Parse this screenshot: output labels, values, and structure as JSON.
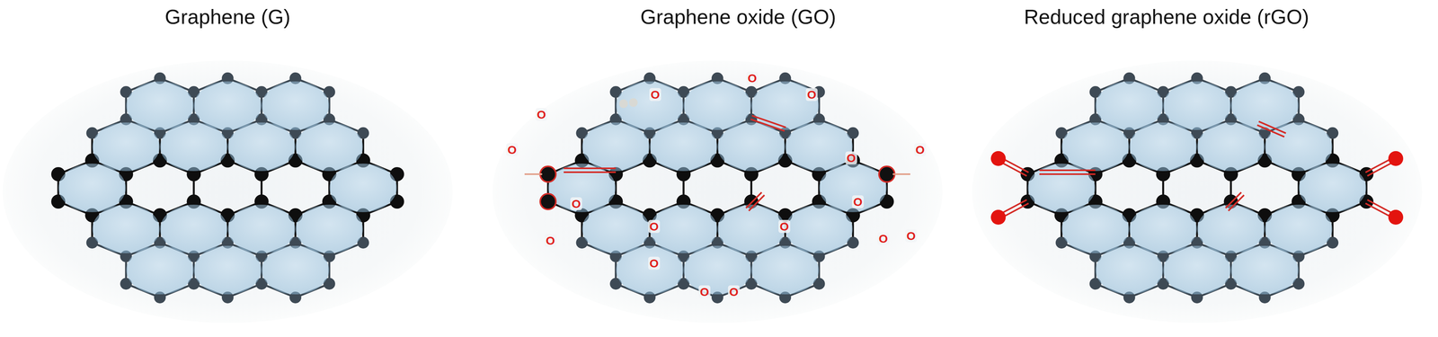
{
  "diagram": {
    "labels": [
      "Graphene (G)",
      "Graphene oxide (GO)",
      "Reduced graphene oxide (rGO)",
      "O",
      "O",
      "O",
      "O",
      "O",
      "O",
      "O",
      "O",
      "O",
      "O",
      "O",
      "O",
      "O",
      "O",
      "O",
      "O",
      "O"
    ]
  }
}
